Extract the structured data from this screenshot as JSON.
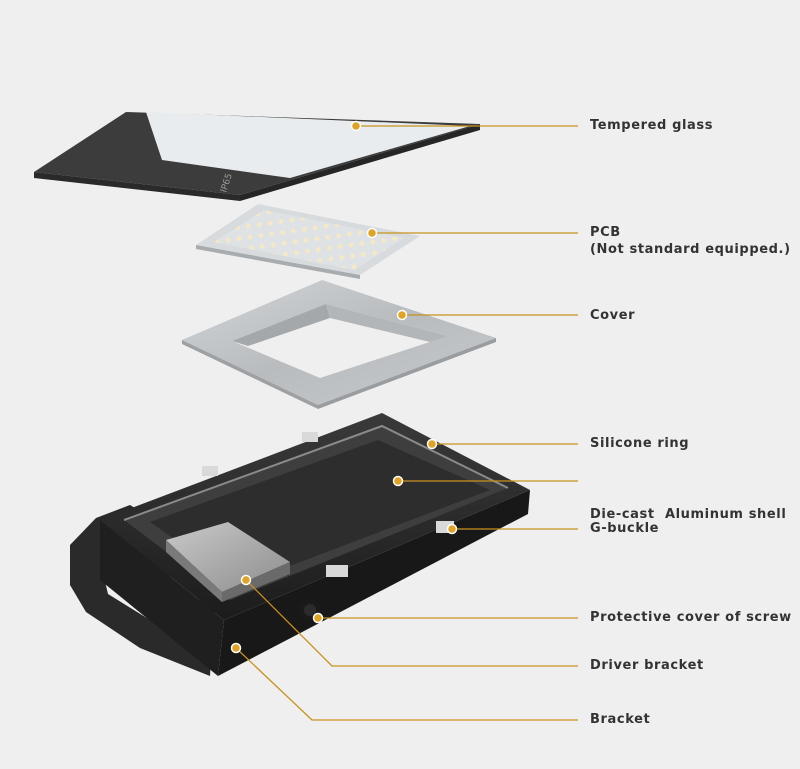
{
  "colors": {
    "background": "#efefef",
    "leader_line": "#c8921e",
    "label_text": "#333333"
  },
  "product": {
    "glass_marking": "IP65"
  },
  "parts": [
    {
      "key": "tempered-glass",
      "lines": [
        "Tempered glass"
      ]
    },
    {
      "key": "pcb",
      "lines": [
        "PCB",
        "(Not standard equipped.)"
      ]
    },
    {
      "key": "cover",
      "lines": [
        "Cover"
      ]
    },
    {
      "key": "silicone-ring",
      "lines": [
        "Silicone ring"
      ]
    },
    {
      "key": "aluminum-shell",
      "lines": [
        "Die-cast  Aluminum shell"
      ]
    },
    {
      "key": "g-buckle",
      "lines": [
        "G-buckle"
      ]
    },
    {
      "key": "screw-cover",
      "lines": [
        "Protective cover of screw"
      ]
    },
    {
      "key": "driver-bracket",
      "lines": [
        "Driver bracket"
      ]
    },
    {
      "key": "bracket",
      "lines": [
        "Bracket"
      ]
    }
  ]
}
